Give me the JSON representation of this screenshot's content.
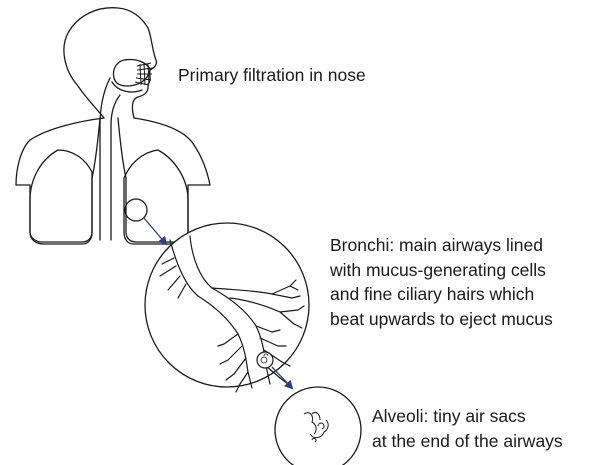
{
  "labels": {
    "nose": "Primary filtration in nose",
    "bronchi": [
      "Bronchi: main airways lined",
      "with mucus-generating cells",
      "and fine ciliary hairs which",
      "beat upwards to eject mucus"
    ],
    "alveoli": [
      "Alveoli: tiny air sacs",
      "at the end of the airways"
    ]
  },
  "colors": {
    "line": "#1a1a1a",
    "arrow": "#2e3f7c"
  }
}
